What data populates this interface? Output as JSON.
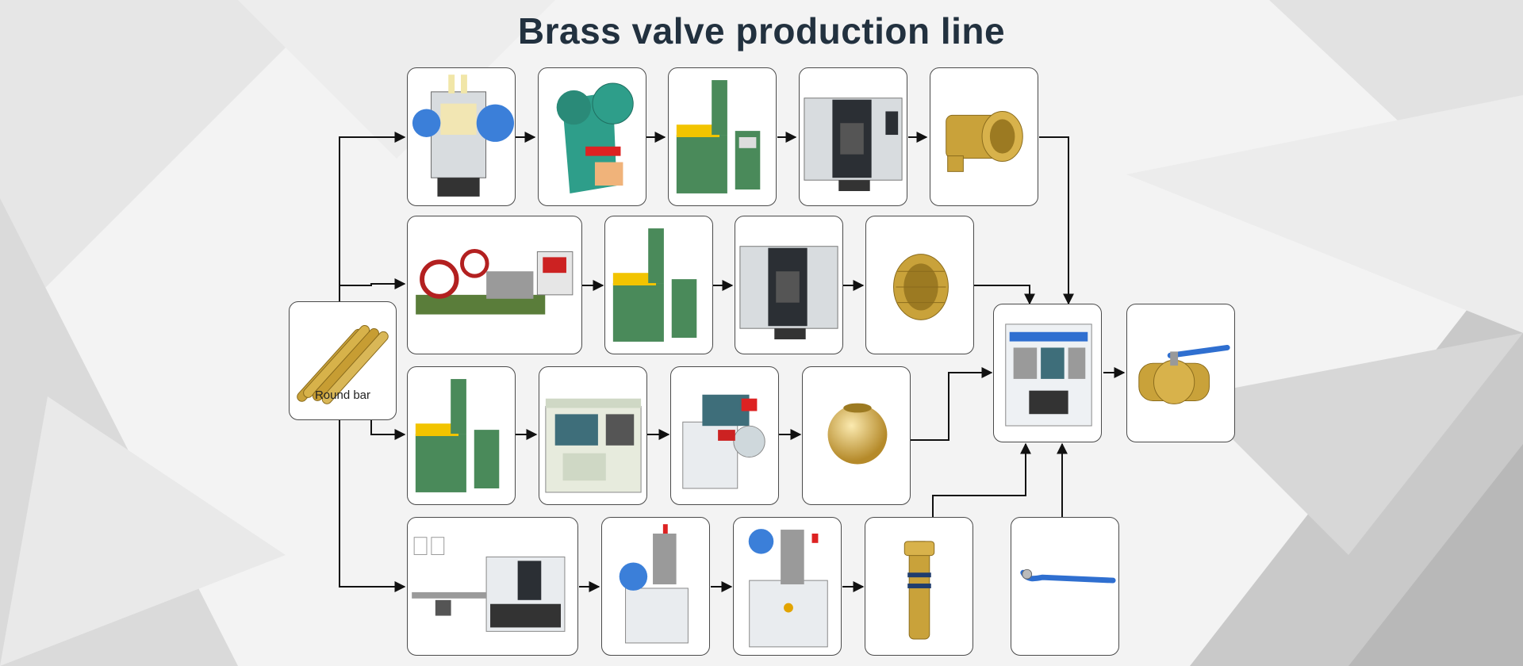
{
  "title": "Brass valve production line",
  "start": {
    "label": "Round bar"
  },
  "colors": {
    "brass": "#c9a23a",
    "machine_green": "#2e9e8a",
    "machine_gray": "#d8dcdf",
    "dark_panel": "#2b2f34",
    "handle_blue": "#2f6fd0",
    "arrow": "#111111"
  },
  "nodes": [
    {
      "id": "round-bar",
      "icon": "brass-round-bar-icon"
    },
    {
      "id": "r1-1",
      "icon": "hot-forging-press-icon"
    },
    {
      "id": "r1-2",
      "icon": "punch-press-icon"
    },
    {
      "id": "r1-3",
      "icon": "shot-blasting-machine-icon"
    },
    {
      "id": "r1-4",
      "icon": "cnc-machining-center-icon"
    },
    {
      "id": "r1-5",
      "icon": "brass-tee-body-icon"
    },
    {
      "id": "r2-1",
      "icon": "forging-line-with-induction-heater-icon"
    },
    {
      "id": "r2-2",
      "icon": "shot-blasting-machine-icon"
    },
    {
      "id": "r2-3",
      "icon": "cnc-machining-center-icon"
    },
    {
      "id": "r2-4",
      "icon": "brass-nut-fitting-icon"
    },
    {
      "id": "r3-1",
      "icon": "shot-blasting-machine-icon"
    },
    {
      "id": "r3-2",
      "icon": "cnc-lathe-icon"
    },
    {
      "id": "r3-3",
      "icon": "ball-grinding-machine-icon"
    },
    {
      "id": "r3-4",
      "icon": "brass-ball-icon"
    },
    {
      "id": "r4-1",
      "icon": "cnc-lathe-with-bar-feeder-icon"
    },
    {
      "id": "r4-2",
      "icon": "automatic-drilling-machine-icon"
    },
    {
      "id": "r4-3",
      "icon": "automatic-tapping-machine-icon"
    },
    {
      "id": "r4-4",
      "icon": "valve-stem-icon"
    },
    {
      "id": "handle",
      "icon": "blue-valve-handle-icon"
    },
    {
      "id": "assembly",
      "icon": "assembly-machine-icon"
    },
    {
      "id": "final",
      "icon": "brass-ball-valve-icon"
    }
  ]
}
